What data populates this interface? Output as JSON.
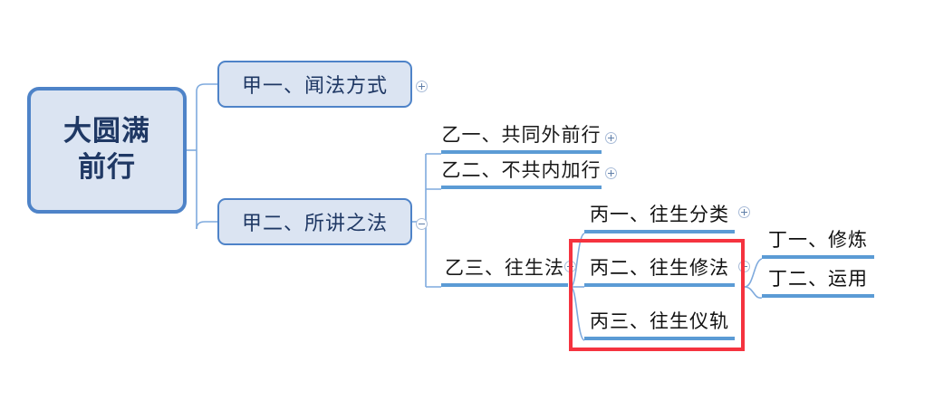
{
  "diagram": {
    "title": "大圆满前行",
    "type": "mind-map",
    "colors": {
      "node_fill": "#dbe4f2",
      "node_border": "#4e83c8",
      "underline": "#5b9bd5",
      "connector": "#7faadd",
      "root_text": "#1f3864",
      "node_text": "#1a1a1a",
      "highlight": "#f5333f"
    }
  },
  "root": {
    "label": "大圆满\n前行",
    "line1": "大圆满",
    "line2": "前行"
  },
  "nodes": {
    "jia1": {
      "label": "甲一、闻法方式",
      "toggle": "plus"
    },
    "jia2": {
      "label": "甲二、所讲之法",
      "toggle": "minus"
    },
    "yi1": {
      "label": "乙一、共同外前行",
      "toggle": "plus"
    },
    "yi2": {
      "label": "乙二、不共内加行",
      "toggle": "plus"
    },
    "yi3": {
      "label": "乙三、往生法",
      "toggle": "minus"
    },
    "bing1": {
      "label": "丙一、往生分类",
      "toggle": "plus"
    },
    "bing2": {
      "label": "丙二、往生修法",
      "toggle": "minus"
    },
    "bing3": {
      "label": "丙三、往生仪轨",
      "toggle": "none"
    },
    "ding1": {
      "label": "丁一、修炼",
      "toggle": "none"
    },
    "ding2": {
      "label": "丁二、运用",
      "toggle": "none"
    }
  },
  "highlight": {
    "name": "red-selection-box",
    "encloses": [
      "丙二、往生修法",
      "丙三、往生仪轨"
    ]
  }
}
